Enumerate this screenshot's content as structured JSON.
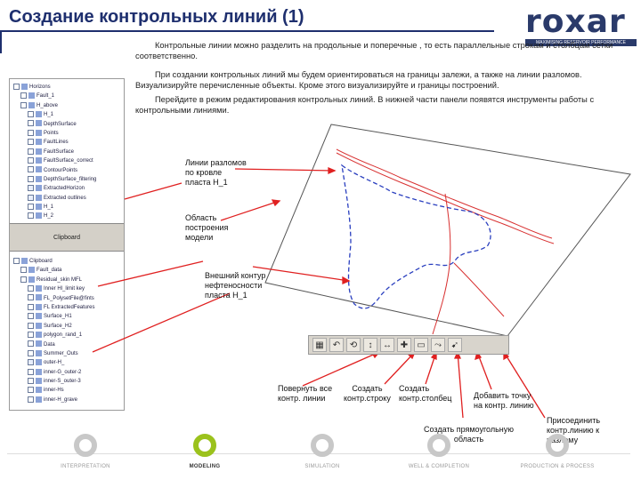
{
  "header": {
    "title": "Создание контрольных линий (1)",
    "logo": "roxar",
    "logo_tagline": "MAXIMISING RESERVOIR PERFORMANCE"
  },
  "paragraphs": [
    "Контрольные линии можно разделить на продольные и поперечные , то есть параллельные строкам и столбцам сетки соответственно.",
    "При создании контрольных линий мы будем ориентироваться на границы залежи, а также на линии разломов. Визуализируйте перечисленные объекты. Кроме этого визуализируйте и границы построений.",
    "Перейдите в режим редактирования контрольных линий. В нижней части панели появятся инструменты работы с контрольными линиями."
  ],
  "tree_top": [
    "Horizons",
    "Fault_1",
    "H_above",
    "H_1",
    "DepthSurface",
    "Points",
    "FaultLines",
    "FaultSurface",
    "FaultSurface_correct",
    "ContourPoints",
    "DepthSurface_filtering",
    "ExtractedHorizon",
    "Extracted outlines",
    "H_1",
    "H_2"
  ],
  "clipboard_bar": "Clipboard",
  "tree_bottom": [
    "Clipboard",
    "Fault_data",
    "Residual_skin MFL",
    "Inner Hl_limit key",
    "FL_PolysetFile@fints",
    "FL ExtractedFeatures",
    "Surface_H1",
    "Surface_H2",
    "polygon_rand_1",
    "Data",
    "Summer_Outs",
    "outer-H_",
    "inner-G_outer-2",
    "inner-S_outer-3",
    "inner-Hs",
    "inner-H_grave"
  ],
  "labels": {
    "fault_lines": [
      "Линии разломов",
      "по кровле",
      "пласта H_1"
    ],
    "model_area": [
      "Область",
      "построения",
      "модели"
    ],
    "outer_contour": [
      "Внешний контур",
      "нефтеносности",
      "пласта H_1"
    ],
    "rotate_all": [
      "Повернуть все",
      "контр. линии"
    ],
    "create_row": [
      "Создать",
      "контр.строку"
    ],
    "create_col": [
      "Создать",
      "контр.столбец"
    ],
    "add_point": [
      "Добавить точку",
      "на контр. линию"
    ],
    "create_rect": [
      "Создать прямоугольную",
      "область"
    ],
    "attach_fault": [
      "Присоединить",
      "контр.линию к",
      "разлому"
    ]
  },
  "toolbar_icons": [
    "grid-icon",
    "undo-icon",
    "rotate-icon",
    "row-icon",
    "column-icon",
    "add-point-icon",
    "rectangle-icon",
    "attach-icon",
    "select-icon"
  ],
  "workflow": [
    "INTERPRETATION",
    "MODELING",
    "SIMULATION",
    "WELL & COMPLETION",
    "PRODUCTION & PROCESS"
  ],
  "colors": {
    "title": "#1e2f6e",
    "annotation_arrow": "#e02020",
    "contour_line": "#2a3fbf",
    "fault_line": "#d83030",
    "active_stage": "#9bc21c"
  }
}
